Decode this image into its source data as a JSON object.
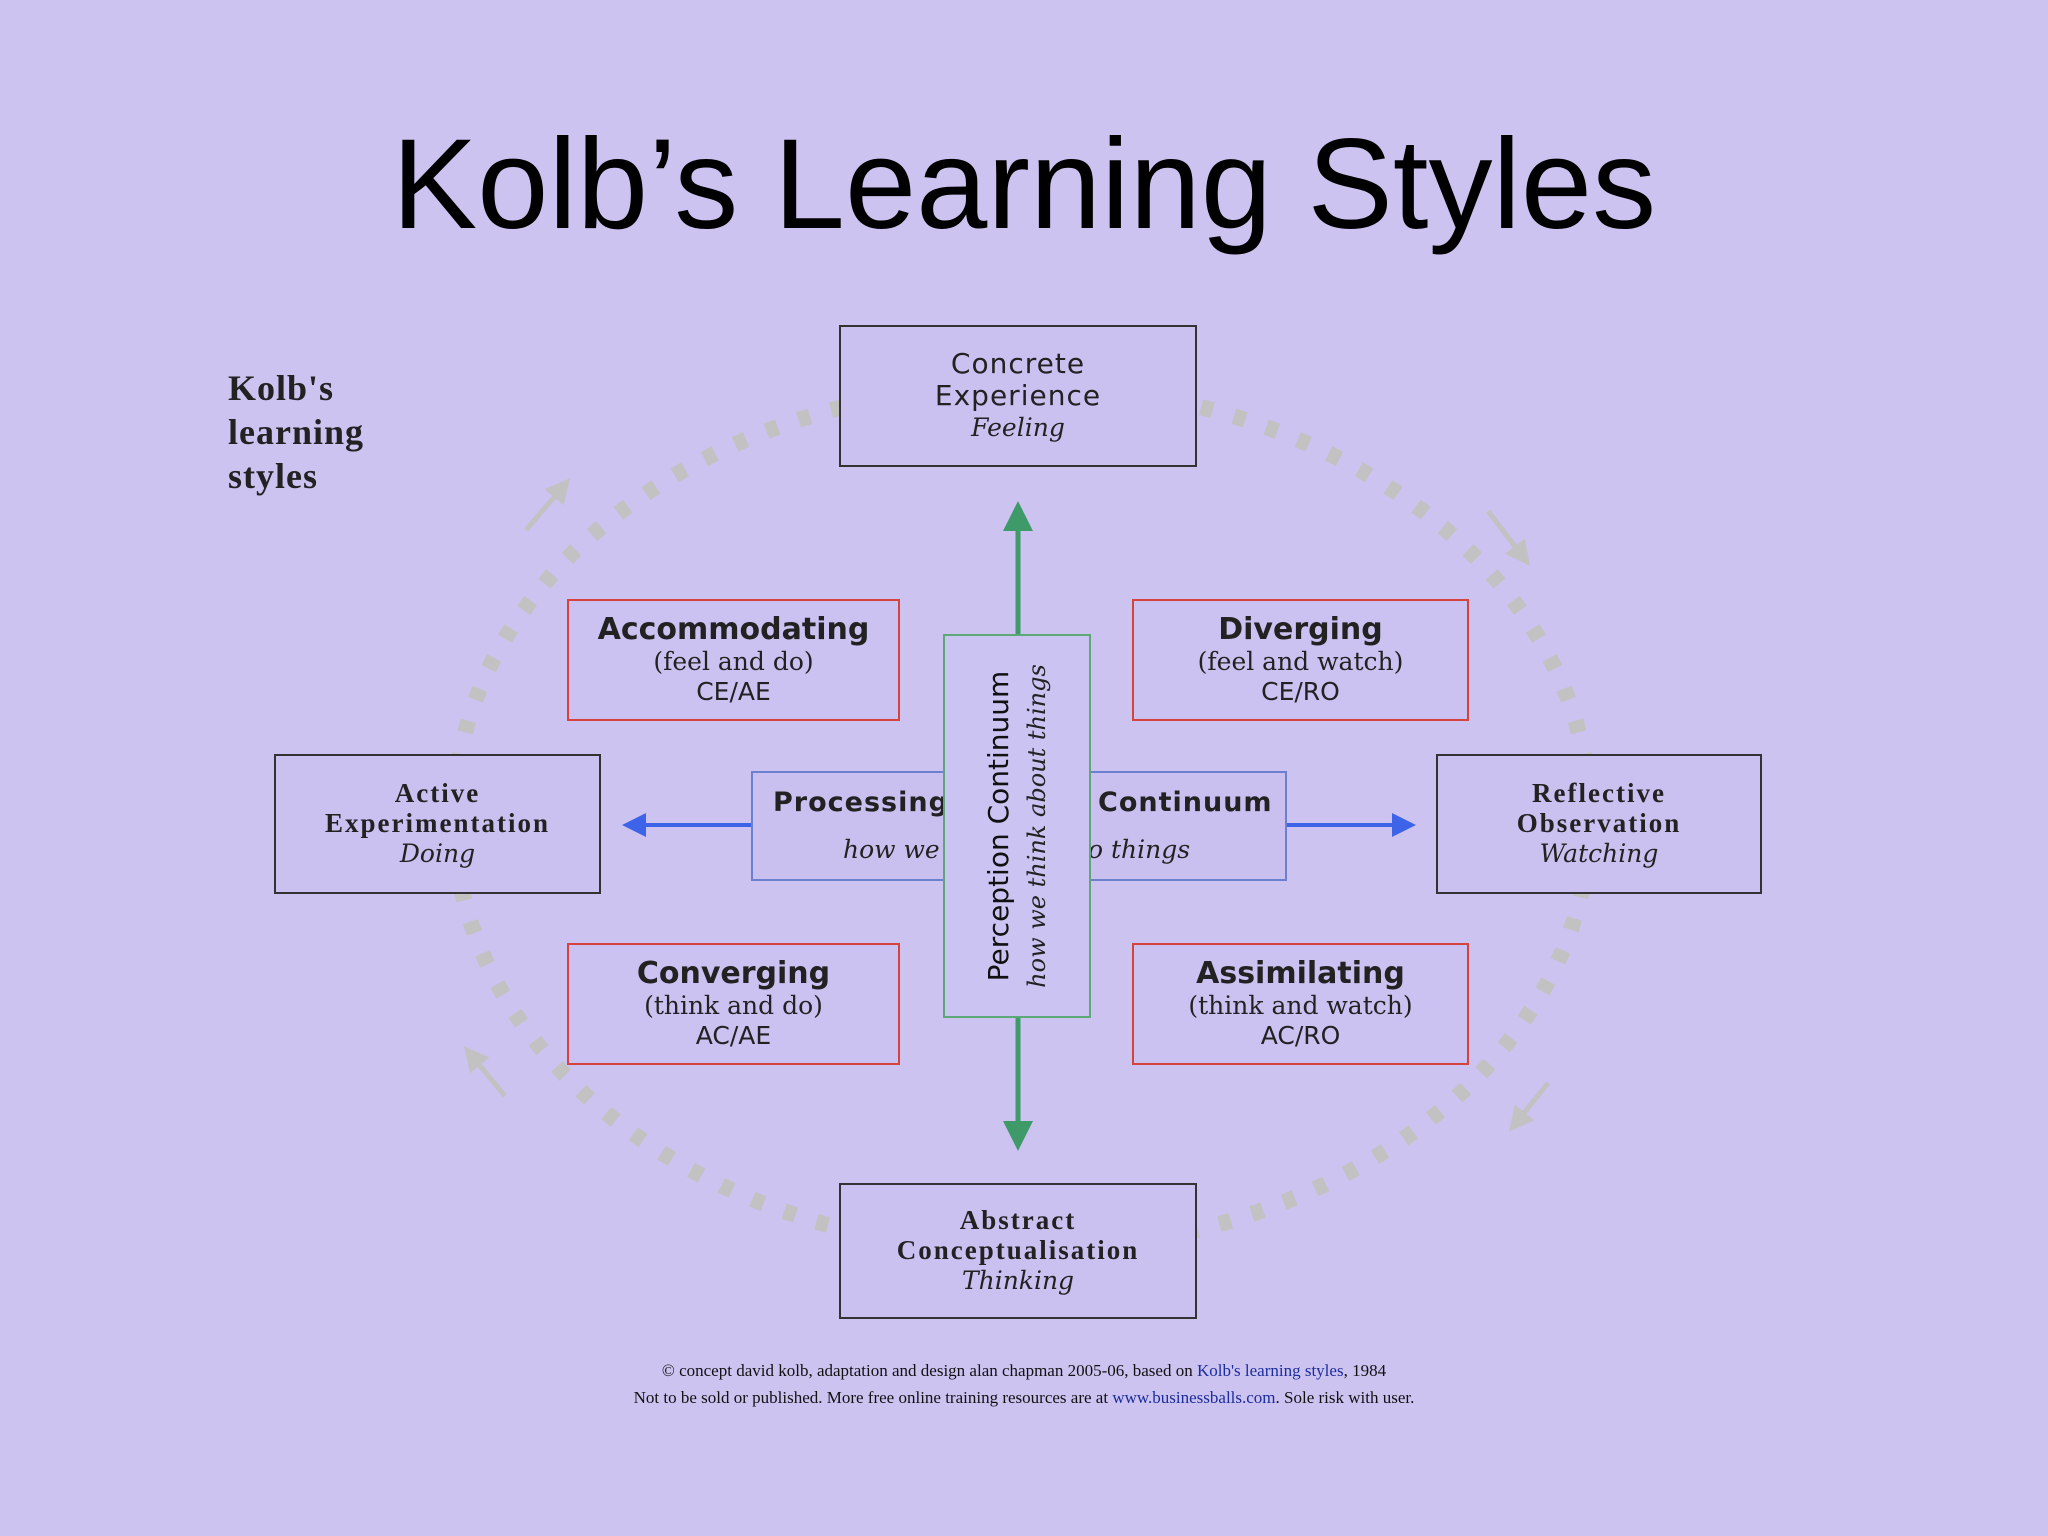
{
  "title": "Kolb’s Learning Styles",
  "side_label": [
    "Kolb's",
    "learning",
    "styles"
  ],
  "stages": {
    "concrete": {
      "name_lines": [
        "Concrete",
        "Experience"
      ],
      "mode": "Feeling"
    },
    "reflective": {
      "name_lines": [
        "Reflective",
        "Observation"
      ],
      "mode": "Watching"
    },
    "abstract": {
      "name_lines": [
        "Abstract",
        "Conceptualisation"
      ],
      "mode": "Thinking"
    },
    "active": {
      "name_lines": [
        "Active",
        "Experimentation"
      ],
      "mode": "Doing"
    }
  },
  "styles": {
    "accommodating": {
      "title": "Accommodating",
      "desc": "(feel and do)",
      "code": "CE/AE"
    },
    "diverging": {
      "title": "Diverging",
      "desc": "(feel and watch)",
      "code": "CE/RO"
    },
    "converging": {
      "title": "Converging",
      "desc": "(think and do)",
      "code": "AC/AE"
    },
    "assimilating": {
      "title": "Assimilating",
      "desc": "(think and watch)",
      "code": "AC/RO"
    }
  },
  "processing": {
    "left_title": "Processing",
    "right_title": "Continuum",
    "left_sub": "how we",
    "right_sub": "o things"
  },
  "perception": {
    "title": "Perception Continuum",
    "sub": "how we think about things"
  },
  "credit": {
    "line1_pre": "© concept david kolb, adaptation and design alan chapman 2005-06, based on ",
    "line1_link": "Kolb's learning styles",
    "line1_post": ", 1984",
    "line2_pre": "Not to be sold or published.  More free online training resources are at ",
    "line2_link": "www.businessballs.com",
    "line2_post": ". Sole risk with user."
  },
  "colors": {
    "background": "#cdc3f1",
    "style_border": "#d5443c",
    "stage_border": "#333333",
    "processing_arrow": "#3d63e8",
    "perception_arrow": "#3f9a6a",
    "cycle_dots": "#c2c2c2"
  }
}
